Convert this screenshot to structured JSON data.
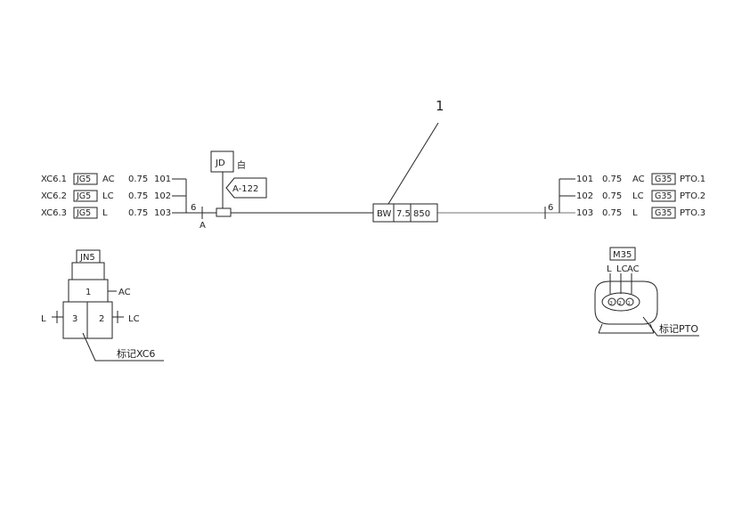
{
  "callout_number": "1",
  "left_wires": [
    {
      "pin": "XC6.1",
      "code": "JG5",
      "signal": "AC",
      "gauge": "0.75",
      "wire": "101"
    },
    {
      "pin": "XC6.2",
      "code": "JG5",
      "signal": "LC",
      "gauge": "0.75",
      "wire": "102"
    },
    {
      "pin": "XC6.3",
      "code": "JG5",
      "signal": "L",
      "gauge": "0.75",
      "wire": "103"
    }
  ],
  "right_wires": [
    {
      "wire": "101",
      "gauge": "0.75",
      "signal": "AC",
      "code": "G35",
      "pin": "PTO.1"
    },
    {
      "wire": "102",
      "gauge": "0.75",
      "signal": "LC",
      "code": "G35",
      "pin": "PTO.2"
    },
    {
      "wire": "103",
      "gauge": "0.75",
      "signal": "L",
      "code": "G35",
      "pin": "PTO.3"
    }
  ],
  "bundle_count_left": "6",
  "bundle_count_right": "6",
  "branch_point": "A",
  "jd_label": "JD",
  "jd_color": "白",
  "clip_label": "A-122",
  "cable_spec": {
    "type": "BW",
    "section": "7.5",
    "length": "850"
  },
  "left_connector": {
    "code": "JN5",
    "pins": [
      {
        "num": "1",
        "signal": "AC"
      },
      {
        "num": "3",
        "signal": "L"
      },
      {
        "num": "2",
        "signal": "LC"
      }
    ],
    "tag": "标记XC6"
  },
  "right_connector": {
    "code": "M35",
    "pin_signals": [
      "L",
      "LC",
      "AC"
    ],
    "pin_numbers": [
      "3",
      "2",
      "1"
    ],
    "tag": "标记PTO"
  }
}
